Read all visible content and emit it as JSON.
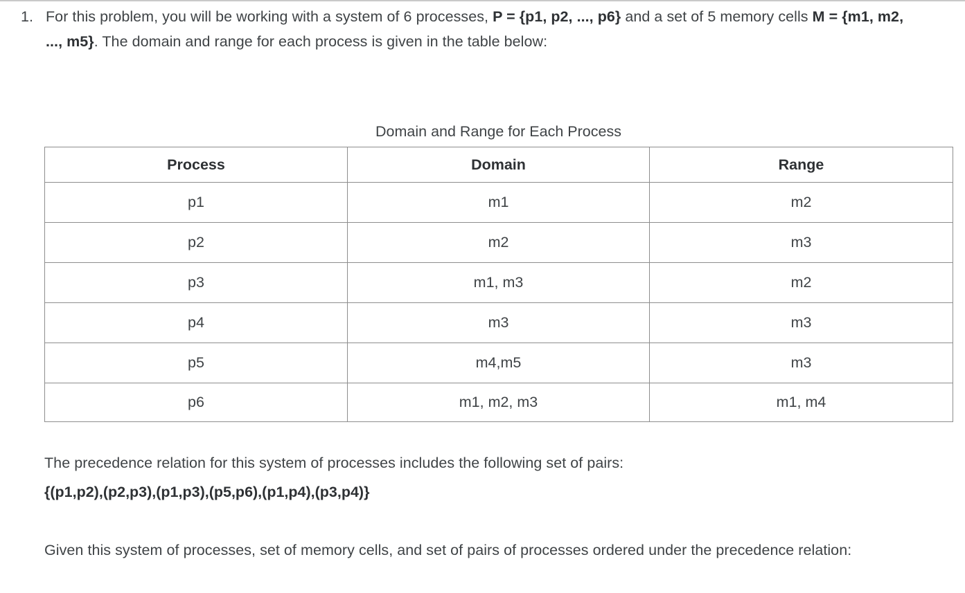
{
  "problem": {
    "number": "1.",
    "line1_pre": "For this problem, you will be working with a system of 6 processes, ",
    "line1_bold": "P = {p1, p2, ..., p6}",
    "line1_post": " and a set of 5 memory cells ",
    "line2_bold": "M = {m1, m2, ..., m5}",
    "line2_post": ". The domain and range for each process is given in the table below:"
  },
  "table": {
    "caption": "Domain and Range for Each Process",
    "headers": [
      "Process",
      "Domain",
      "Range"
    ],
    "rows": [
      {
        "process": "p1",
        "domain": "m1",
        "range": "m2"
      },
      {
        "process": "p2",
        "domain": "m2",
        "range": "m3"
      },
      {
        "process": "p3",
        "domain": "m1, m3",
        "range": "m2"
      },
      {
        "process": "p4",
        "domain": "m3",
        "range": "m3"
      },
      {
        "process": "p5",
        "domain": "m4,m5",
        "range": "m3"
      },
      {
        "process": "p6",
        "domain": "m1, m2, m3",
        "range": "m1, m4"
      }
    ]
  },
  "body": {
    "precedence_intro": "The precedence relation for this system of processes includes the following set of pairs:",
    "pairs": "{(p1,p2),(p2,p3),(p1,p3),(p5,p6),(p1,p4),(p3,p4)}",
    "given": "Given this system of processes, set of memory cells, and set of pairs of processes ordered under the precedence relation:"
  },
  "colors": {
    "text": "#3f4346",
    "bold_text": "#2e3134",
    "table_outer_border": "#2b2b2b",
    "table_inner_border": "#8d8d8d",
    "background": "#ffffff"
  }
}
